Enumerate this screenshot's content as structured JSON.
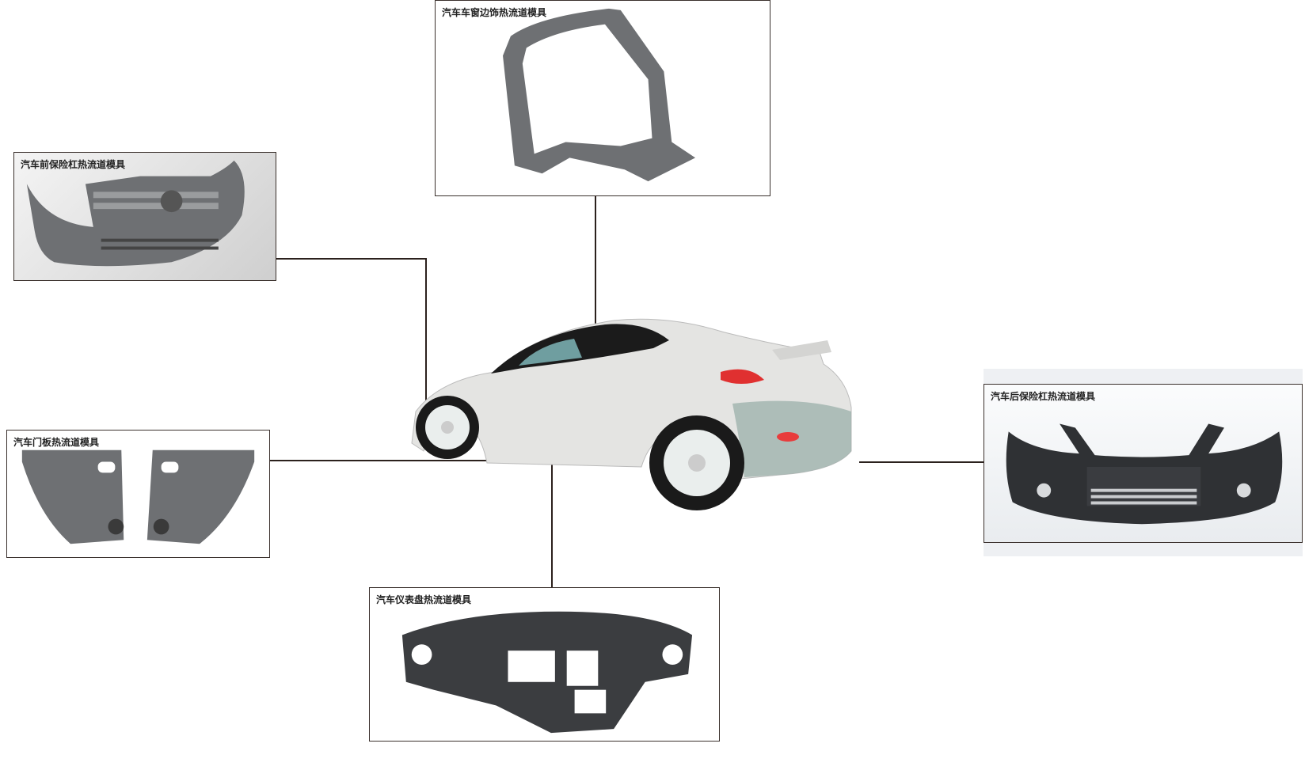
{
  "parts": {
    "window_trim": {
      "label": "汽车车窗边饰热流道模具"
    },
    "front_bumper": {
      "label": "汽车前保险杠热流道模具"
    },
    "door_panel": {
      "label": "汽车门板热流道模具"
    },
    "dashboard": {
      "label": "汽车仪表盘热流道模具"
    },
    "rear_bumper": {
      "label": "汽车后保险杠热流道模具"
    }
  },
  "colors": {
    "line": "#2b211d",
    "part_gray": "#6e7073",
    "part_dark": "#2f3134",
    "car_body": "#e4e4e2",
    "car_glass": "#1a1a1a"
  }
}
